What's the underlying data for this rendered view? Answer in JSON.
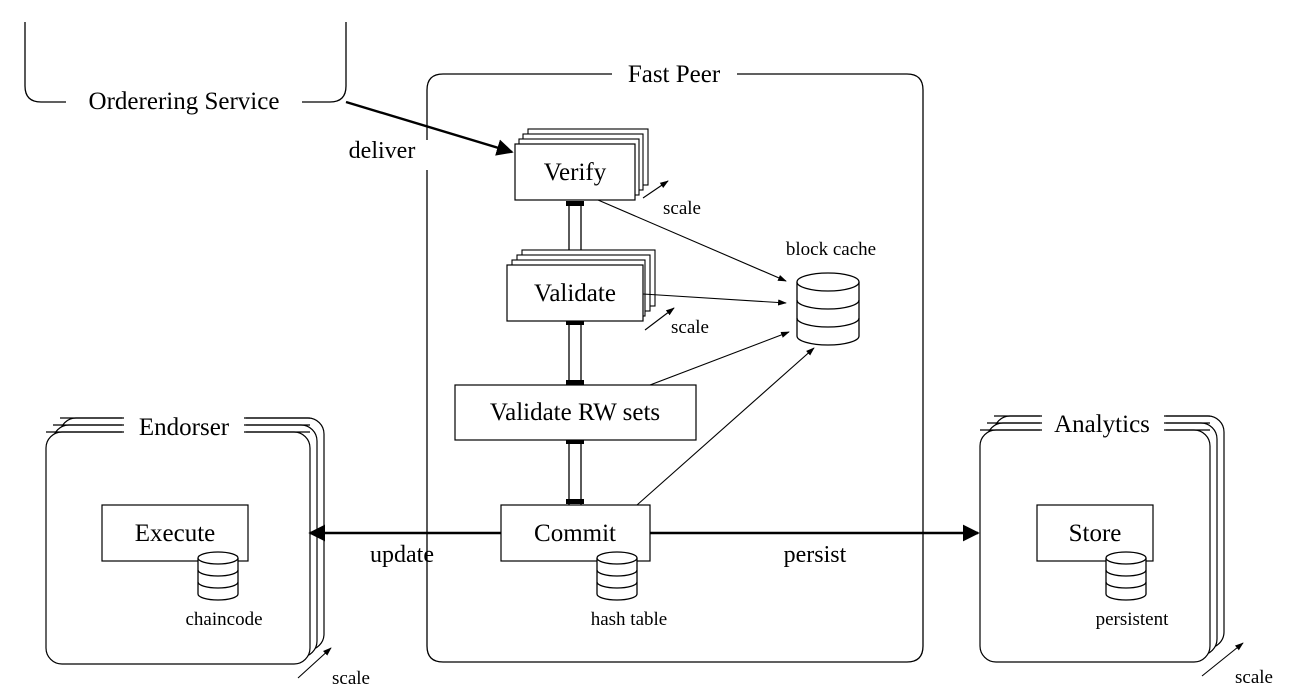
{
  "ordering": {
    "title": "Orderering Service"
  },
  "fast_peer": {
    "title": "Fast Peer"
  },
  "endorser": {
    "title": "Endorser",
    "execute": "Execute",
    "db_label": "chaincode",
    "scale": "scale"
  },
  "analytics": {
    "title": "Analytics",
    "store": "Store",
    "db_label": "persistent",
    "scale": "scale"
  },
  "pipeline": {
    "verify": "Verify",
    "validate": "Validate",
    "validate_rw": "Validate RW sets",
    "commit": "Commit",
    "verify_scale": "scale",
    "validate_scale": "scale",
    "commit_db_label": "hash table"
  },
  "block_cache": {
    "label": "block cache"
  },
  "edges": {
    "deliver": "deliver",
    "update": "update",
    "persist": "persist"
  }
}
